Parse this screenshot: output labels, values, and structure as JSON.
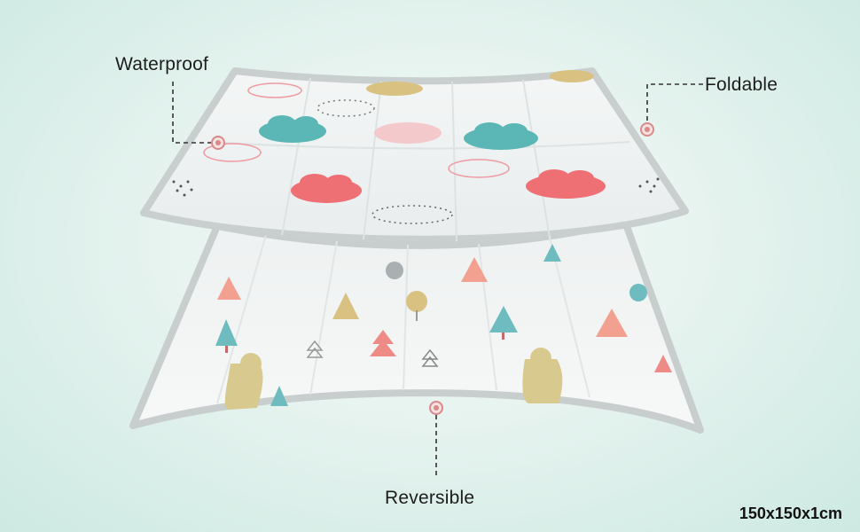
{
  "labels": {
    "waterproof": "Waterproof",
    "foldable": "Foldable",
    "reversible": "Reversible",
    "size": "150x150x1cm"
  },
  "colors": {
    "background": "#d6ede7",
    "callout_dot": "#d88a8a",
    "cloud_teal": "#5bb7b5",
    "cloud_coral": "#ee6f74",
    "accent_mustard": "#d9c281"
  }
}
